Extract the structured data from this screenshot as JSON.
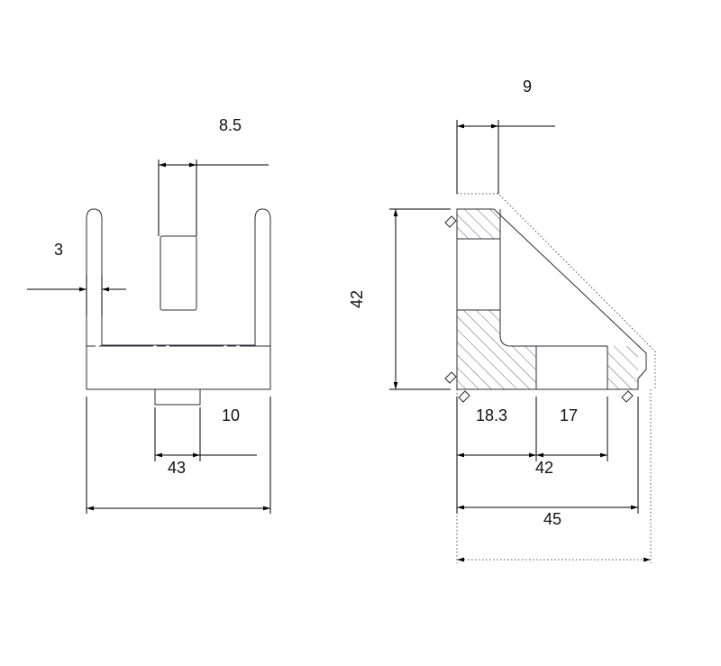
{
  "front_view": {
    "dims": {
      "slot_width": "8.5",
      "wall_thickness": "3",
      "tab_width_left": "43",
      "tab_width_right": "10"
    }
  },
  "side_view": {
    "dims": {
      "top_offset": "9",
      "height": "42",
      "bottom_segment_1": "18.3",
      "bottom_segment_2": "17",
      "bottom_total_inner": "42",
      "bottom_total_outer": "45"
    }
  }
}
